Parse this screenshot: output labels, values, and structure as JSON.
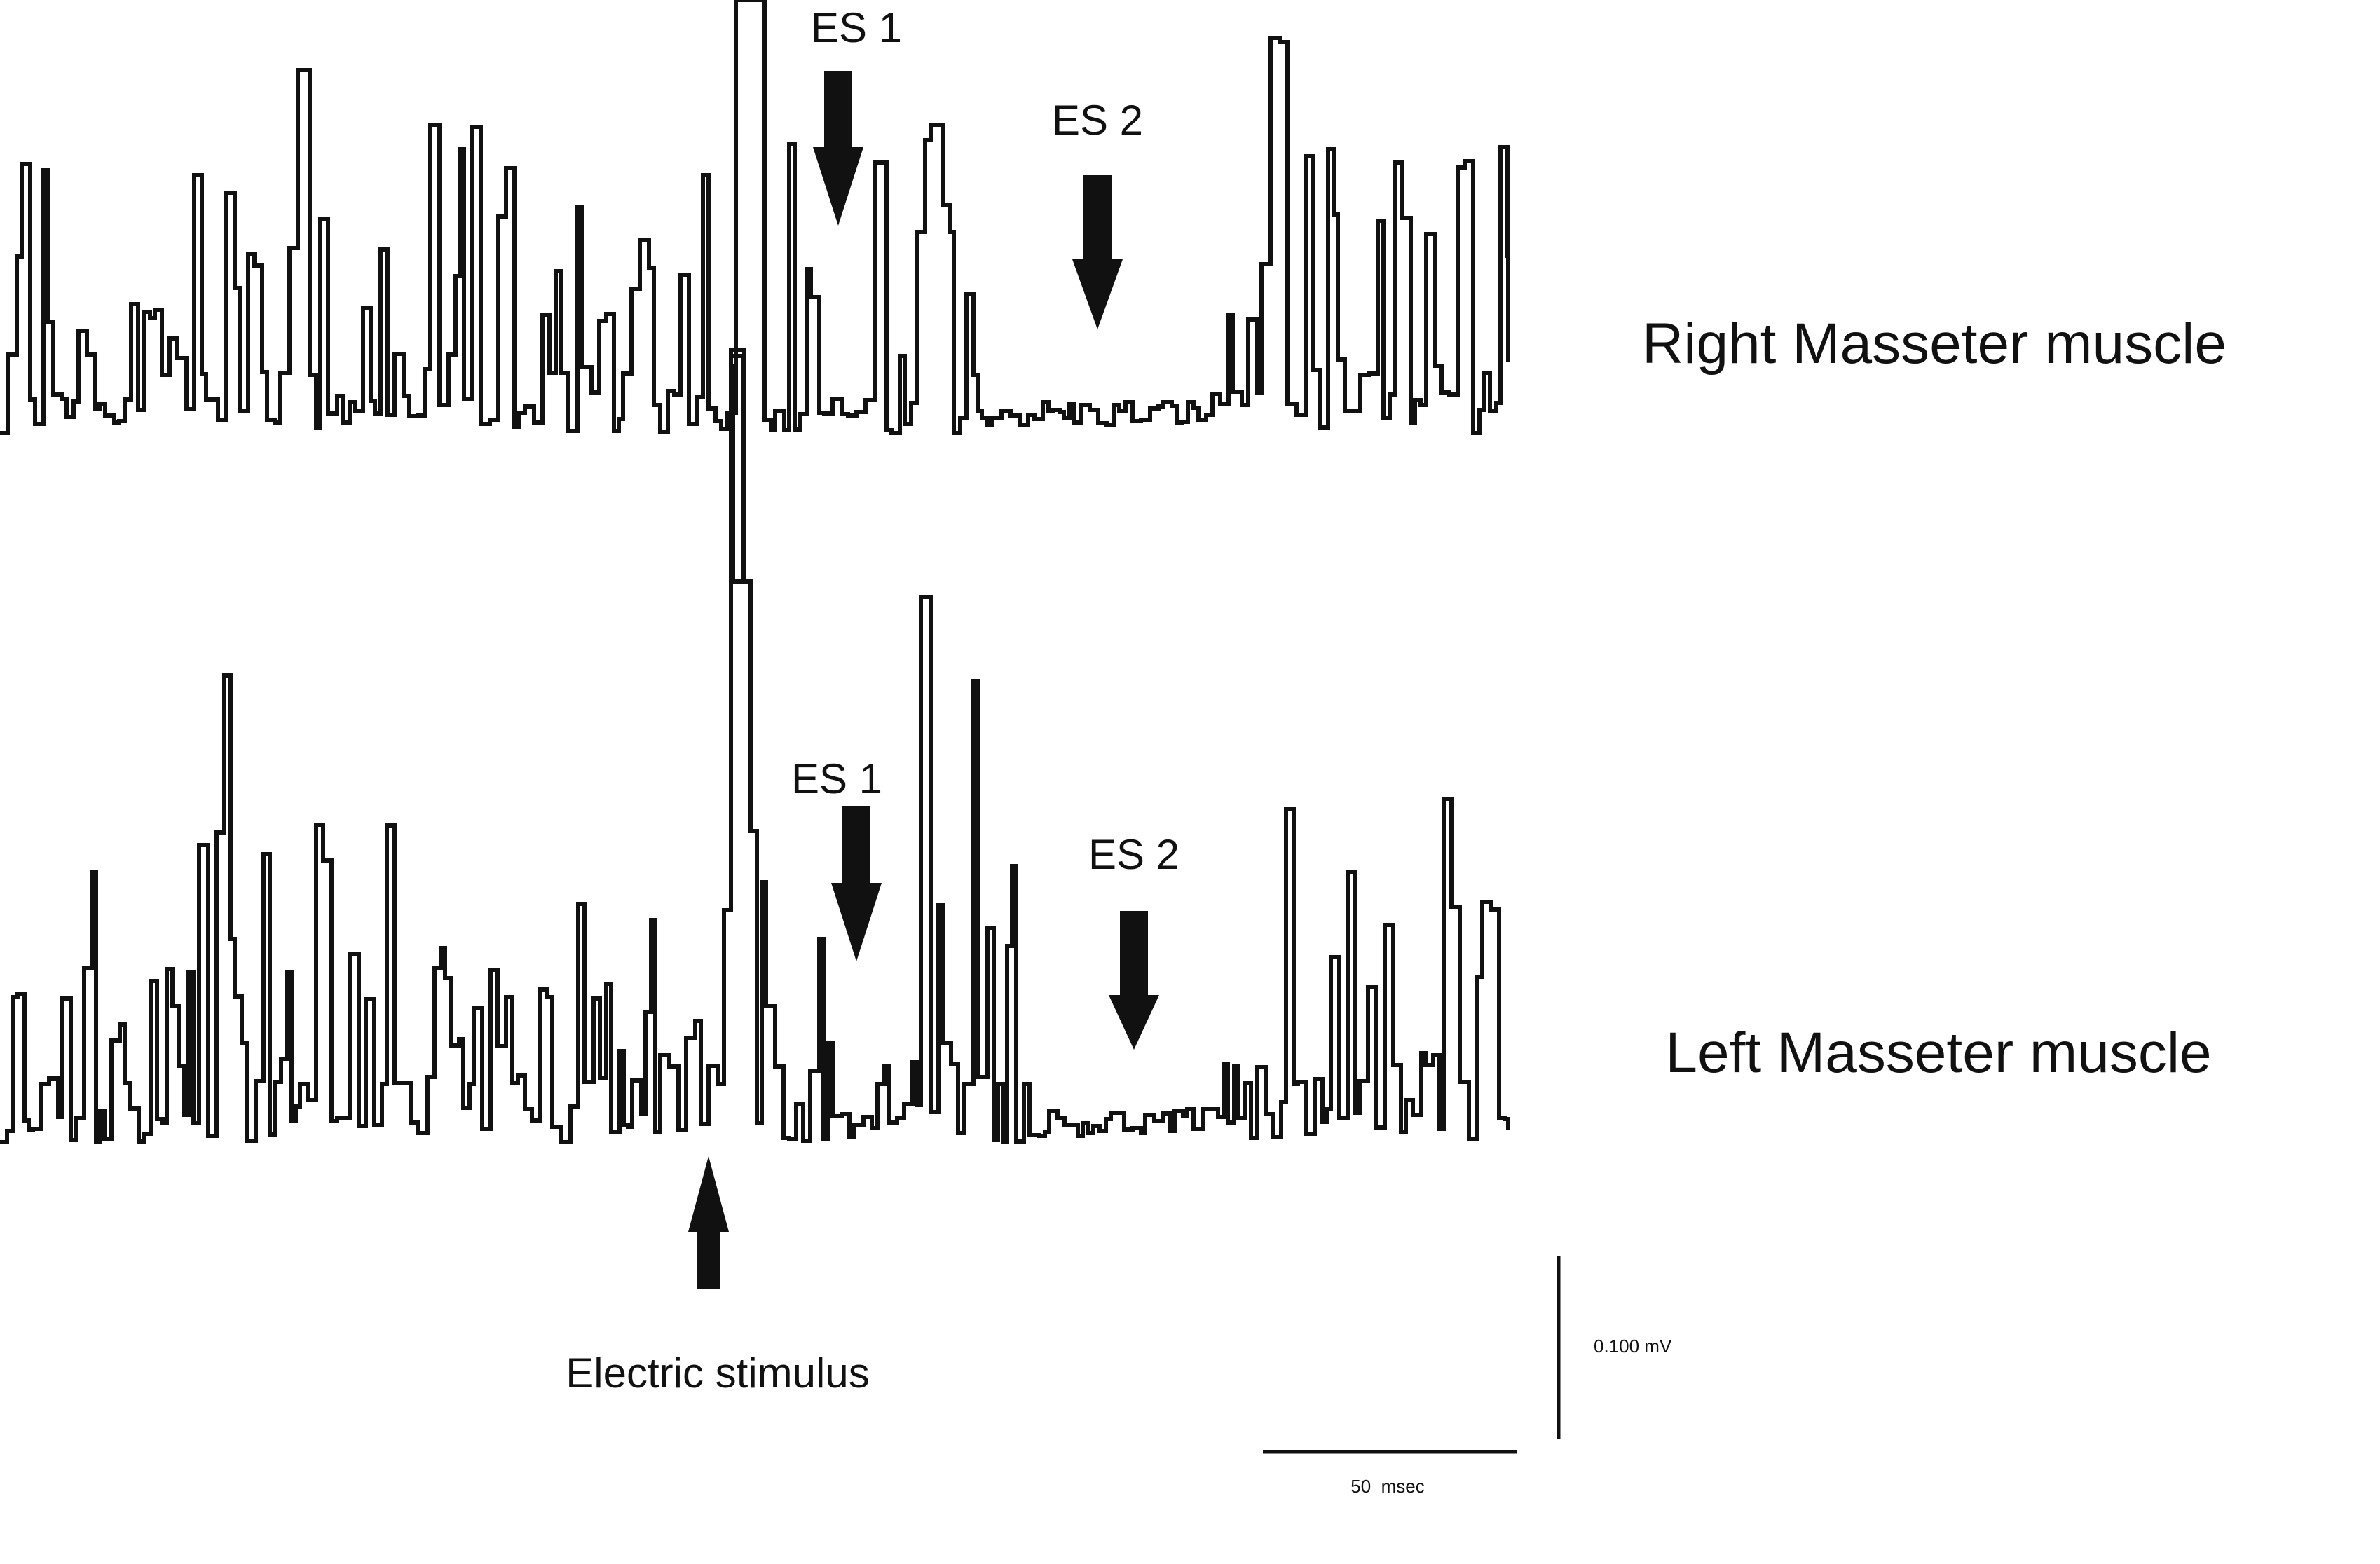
{
  "chart_data": {
    "type": "line",
    "title": "",
    "series": [
      {
        "name": "Right Masseter muscle"
      },
      {
        "name": "Left Masseter muscle"
      }
    ],
    "annotations": {
      "right_es1": "ES 1",
      "right_es2": "ES 2",
      "left_es1": "ES 1",
      "left_es2": "ES 2",
      "stimulus": "Electric stimulus"
    },
    "scale_bar": {
      "amplitude_label": "0.100 mV",
      "amplitude_value": 0.1,
      "amplitude_unit": "mV",
      "time_label": "50  msec",
      "time_value": 50,
      "time_unit": "msec"
    },
    "stimulus_time_ms": 0,
    "silent_periods": {
      "right": {
        "es1_time_ms": 25,
        "es2_start_ms": 50,
        "es2_end_ms": 90
      },
      "left": {
        "es1_time_ms": 25,
        "es2_start_ms": 55,
        "es2_end_ms": 95
      }
    },
    "x_range_ms": [
      -142,
      157
    ],
    "colors": {
      "trace": "#111111",
      "background": "#ffffff"
    }
  }
}
